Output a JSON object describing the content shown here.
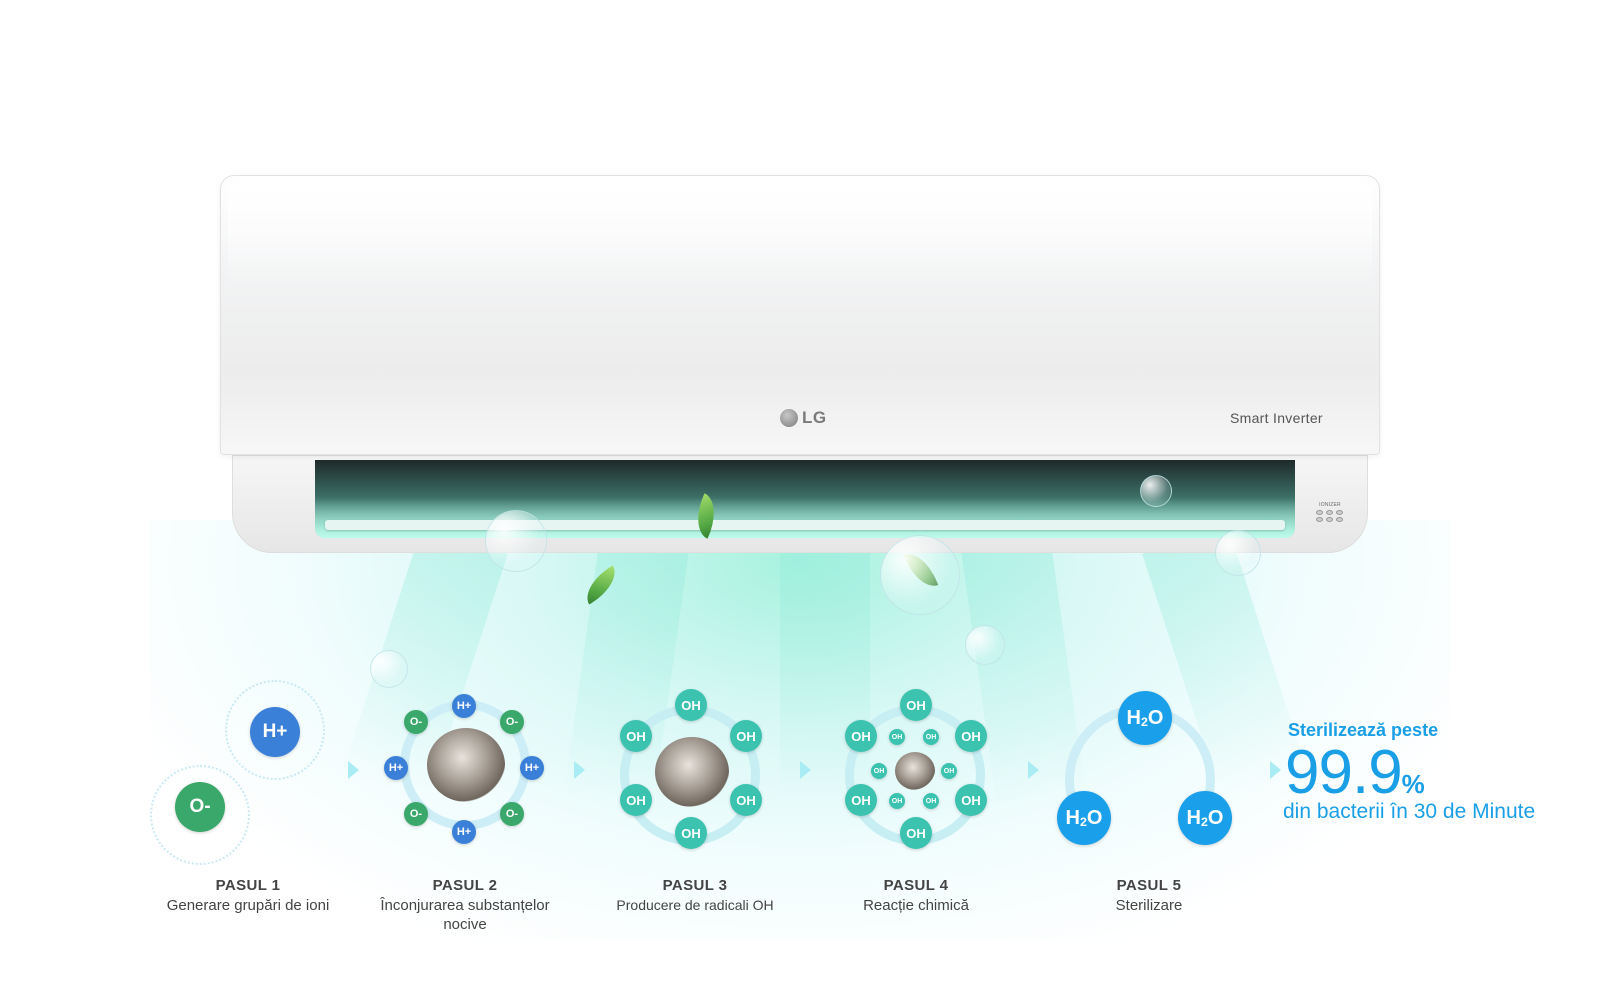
{
  "product": {
    "brand_logo": "LG",
    "model_label": "Smart Inverter",
    "ionizer_label": "IONIZER"
  },
  "colors": {
    "accent_blue": "#1a9fe6",
    "ion_green": "#3aa86a",
    "ion_blue": "#3a7fd8",
    "oh_teal": "#3cc3b0",
    "h2o_blue": "#1aa0ea",
    "airflow_mint": "#7fe0c8"
  },
  "steps": [
    {
      "title": "PASUL 1",
      "description": "Generare grupări de ioni",
      "icon": "ion-cluster-icon"
    },
    {
      "title": "PASUL 2",
      "description": "Înconjurarea substanțelor nocive",
      "icon": "dust-surrounded-icon"
    },
    {
      "title": "PASUL 3",
      "description": "Producere de radicali OH",
      "icon": "oh-radicals-icon"
    },
    {
      "title": "PASUL 4",
      "description": "Reacție chimică",
      "icon": "chemical-reaction-icon"
    },
    {
      "title": "PASUL 5",
      "description": "Sterilizare",
      "icon": "water-molecules-icon"
    }
  ],
  "ions": {
    "positive": "H+",
    "negative": "O-",
    "hydroxyl": "OH",
    "water_h": "H",
    "water_sub": "2",
    "water_o": "O"
  },
  "claim": {
    "heading": "Sterilizează peste",
    "value": "99.9",
    "unit": "%",
    "subtext": "din bacterii în 30 de Minute"
  }
}
